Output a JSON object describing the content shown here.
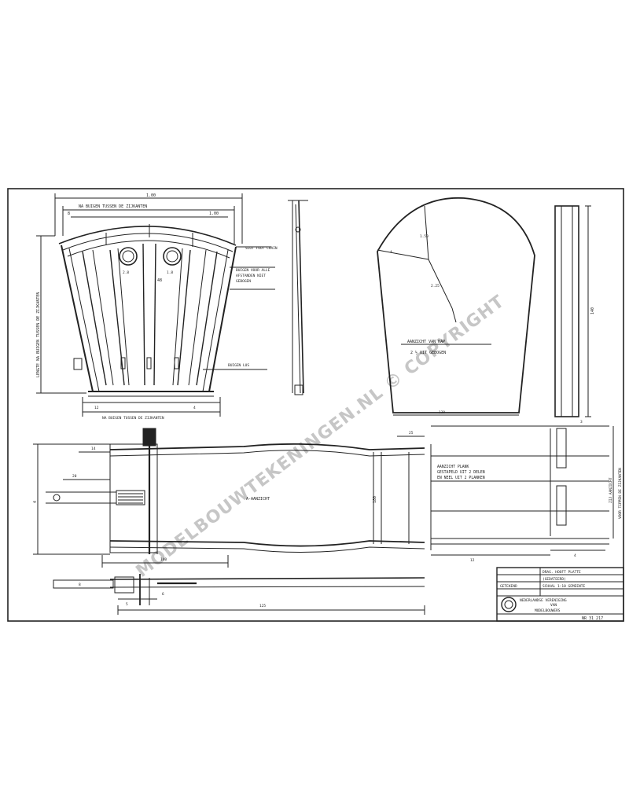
{
  "watermark": "MODELBOUWTEKENINGEN.NL © COPYRIGHT",
  "labels": {
    "top_span": "NA BUIGEN TUSSEN DE ZIJKANTEN",
    "left_vertical": "LENGTE NA BUIGEN TUSSEN DE ZIJKANTEN",
    "note_1": "SLOT FOOT CHAIN",
    "note_2a": "BUIGEN VOOR ALLE",
    "note_2b": "AFSTANDEN NIET",
    "note_2c": "GEBOGEN",
    "bottom_span": "NA BUIGEN TUSSEN DE ZIJKANTEN",
    "ring_note": "BUIGEN LUS",
    "right_vertical_a": "ZIJ AANZICHT",
    "right_vertical_b": "VOOR TIPPEN DE ZIJKANTEN",
    "kap_title": "AANZICHT VAN KAP",
    "kap_sub": "2 ½ UIT GEBOGEN",
    "center_label": "A-AANZICHT",
    "plank_note_1": "AANZICHT PLANK",
    "plank_note_2": "GESTAPELD UIT 2 DELEN",
    "plank_note_3": "EN NEEL UIT 2 PLANKEN",
    "tb_row1_right": "DRAG. HOOFT PLATTE",
    "tb_row2_right": "(GEDATEERD)",
    "tb_row3_right": "SCHAAL 1:10 GEMEENTE",
    "tb_row4_left": "GETEKEND",
    "tb_org_1": "NEDERLANDSE VERENIGING",
    "tb_org_2": "VAN",
    "tb_org_3": "MODELBOUWERS",
    "tb_number": "NR 31 217"
  },
  "dims": {
    "d1": "8",
    "d2": "1.00",
    "d3": "1.00",
    "d4": "48",
    "d5": "2.8",
    "d6": "1.8",
    "d7": "12",
    "d8": "4",
    "d9": "1.50",
    "d10": "4",
    "d11": "2.25",
    "d12": "130",
    "d13": "3",
    "d14": "140",
    "d15": "180",
    "d16": "25",
    "d17": "4",
    "d18": "140",
    "d19": "20",
    "d20": "14",
    "d21": "12",
    "d22": "4",
    "d23": "8",
    "d24": "5",
    "d25": "125",
    "d26": "6"
  },
  "colors": {
    "line": "#222222",
    "paper": "#ffffff",
    "watermark": "#000000"
  }
}
